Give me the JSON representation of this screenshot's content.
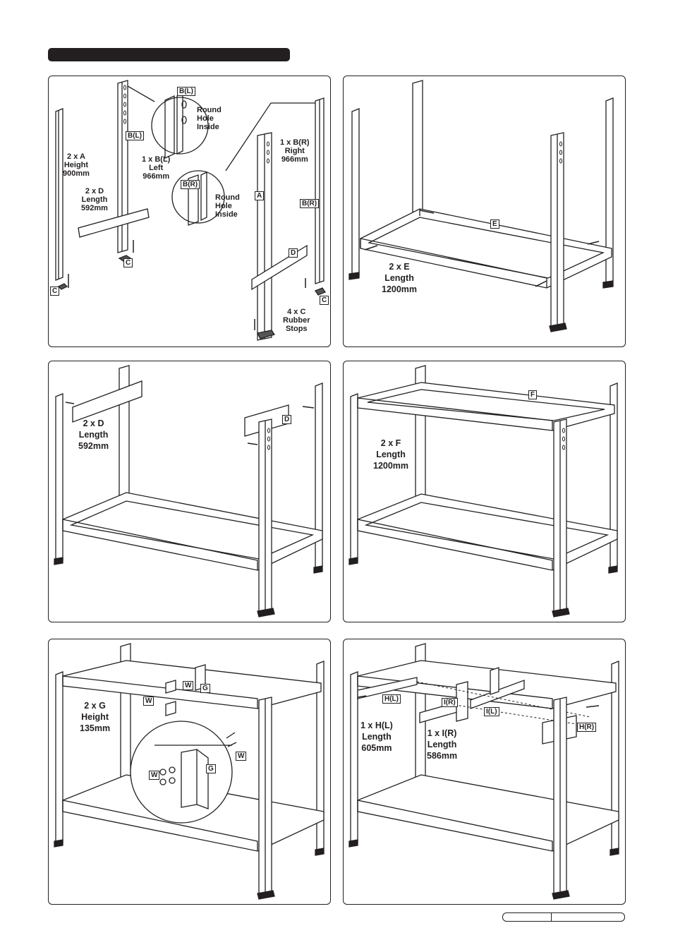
{
  "panel1": {
    "tag_c1": "C",
    "tag_c2": "C",
    "tag_c3": "C",
    "tag_bl1": "B(L)",
    "tag_bl2": "B(L)",
    "tag_br1": "B(R)",
    "tag_br2": "B(R)",
    "tag_a": "A",
    "tag_d": "D",
    "label_a": [
      "2 x A",
      "Height",
      "900mm"
    ],
    "label_bl": [
      "1 x B(L)",
      "Left",
      "966mm"
    ],
    "label_br": [
      "1 x B(R)",
      "Right",
      "966mm"
    ],
    "label_d": [
      "2 x D",
      "Length",
      "592mm"
    ],
    "label_stops": [
      "4 x C",
      "Rubber",
      "Stops"
    ],
    "callout_l": [
      "Round",
      "Hole",
      "Inside"
    ],
    "callout_r": [
      "Round",
      "Hole",
      "Inside"
    ]
  },
  "panel2": {
    "tag_e": "E",
    "label_e": [
      "2 x E",
      "Length",
      "1200mm"
    ]
  },
  "panel3": {
    "tag_d": "D",
    "label_d": [
      "2 x D",
      "Length",
      "592mm"
    ]
  },
  "panel4": {
    "tag_f": "F",
    "label_f": [
      "2 x F",
      "Length",
      "1200mm"
    ]
  },
  "panel5": {
    "tag_w1": "W",
    "tag_w2": "W",
    "tag_w3": "W",
    "tag_w4": "W",
    "tag_g1": "G",
    "tag_g2": "G",
    "label_g": [
      "2 x G",
      "Height",
      "135mm"
    ]
  },
  "panel6": {
    "tag_hl": "H(L)",
    "tag_ir": "I(R)",
    "tag_il": "I(L)",
    "tag_hr": "H(R)",
    "label_hl": [
      "1 x H(L)",
      "Length",
      "605mm"
    ],
    "label_ir": [
      "1 x I(R)",
      "Length",
      "586mm"
    ]
  }
}
